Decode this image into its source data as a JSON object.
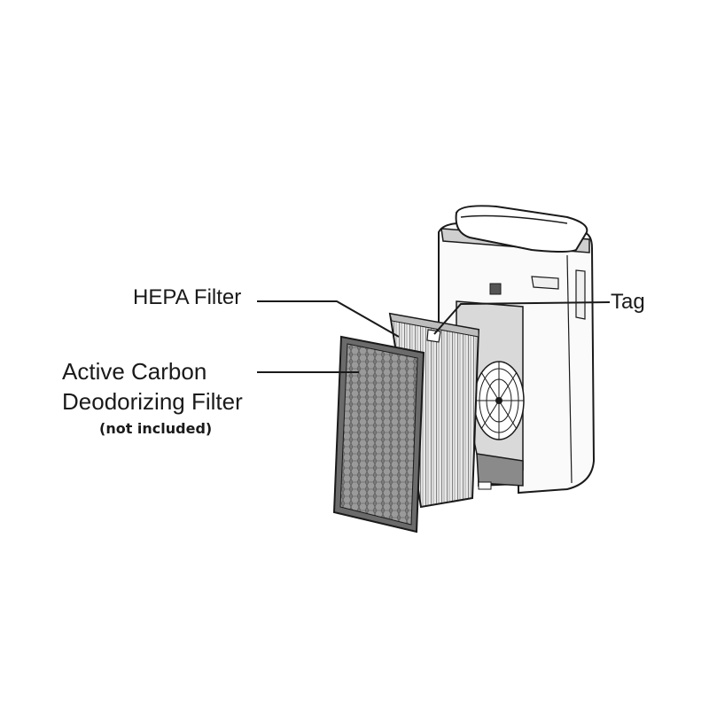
{
  "callouts": {
    "hepa": "HEPA Filter",
    "tag": "Tag",
    "carbon_line1": "Active Carbon",
    "carbon_line2": "Deodorizing Filter",
    "carbon_note": "(not included)"
  },
  "colors": {
    "line": "#1a1a1a",
    "body_fill": "#fafafa",
    "panel_gray": "#d9d9d9",
    "filter_dark": "#6b6b6b"
  }
}
